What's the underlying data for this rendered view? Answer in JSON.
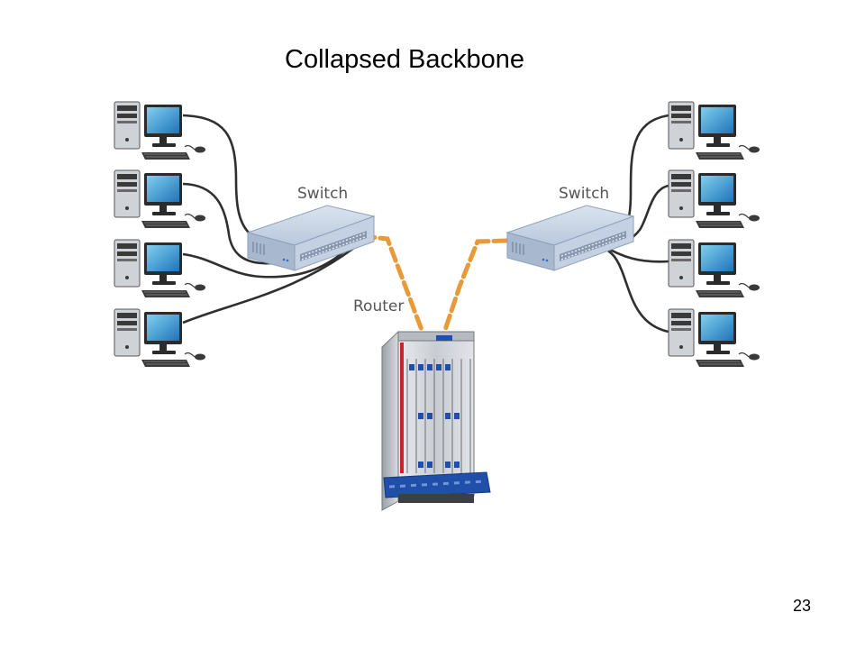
{
  "slide": {
    "title": "Collapsed Backbone",
    "page_number": "23"
  },
  "diagram": {
    "switch_left_label": "Switch",
    "switch_right_label": "Switch",
    "router_label": "Router",
    "link_color": "#e69a3a",
    "cable_color": "#2f2f2f",
    "switch_color": "#b9c8dd",
    "router_accent_color": "#1f4fa8",
    "computer_icon": "desktop-computer-icon",
    "switch_icon": "network-switch-icon",
    "router_icon": "router-chassis-icon"
  }
}
